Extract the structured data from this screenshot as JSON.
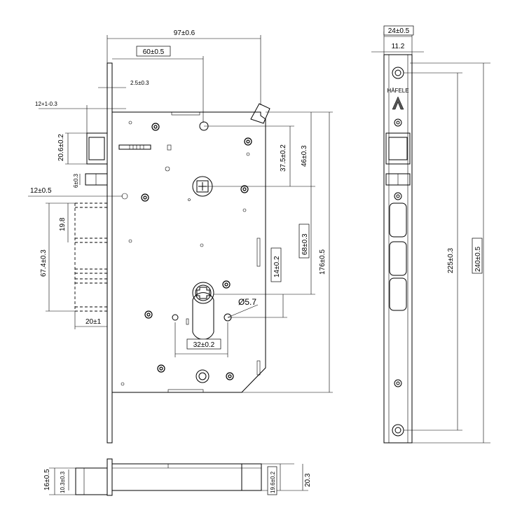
{
  "dimensions": {
    "width_97": "97±0.6",
    "width_60": "60±0.5",
    "t_2_5": "2.5±0.3",
    "d_12_top": "12+1-0.3",
    "h_20_6": "20.6±0.2",
    "d_6": "6±0.3",
    "d_12_5": "12±0.5",
    "d_19_8": "19.8",
    "d_67_4": "67.4±0.3",
    "d_20": "20±1",
    "d_37_5": "37.5±0.2",
    "d_46": "46±0.3",
    "d_68": "68±0.3",
    "d_14": "14±0.2",
    "d_176": "176±0.5",
    "d_5_7": "Ø5.7",
    "d_32": "32±0.2",
    "d_24": "24±0.5",
    "d_11_2": "11.2",
    "d_225": "225±0.3",
    "d_240": "240±0.5",
    "d_16": "16±0.5",
    "d_10_3": "10.3±0.3",
    "d_19_6": "19.6±0.2",
    "d_20_3": "20.3"
  },
  "brand": "HÄFELE"
}
